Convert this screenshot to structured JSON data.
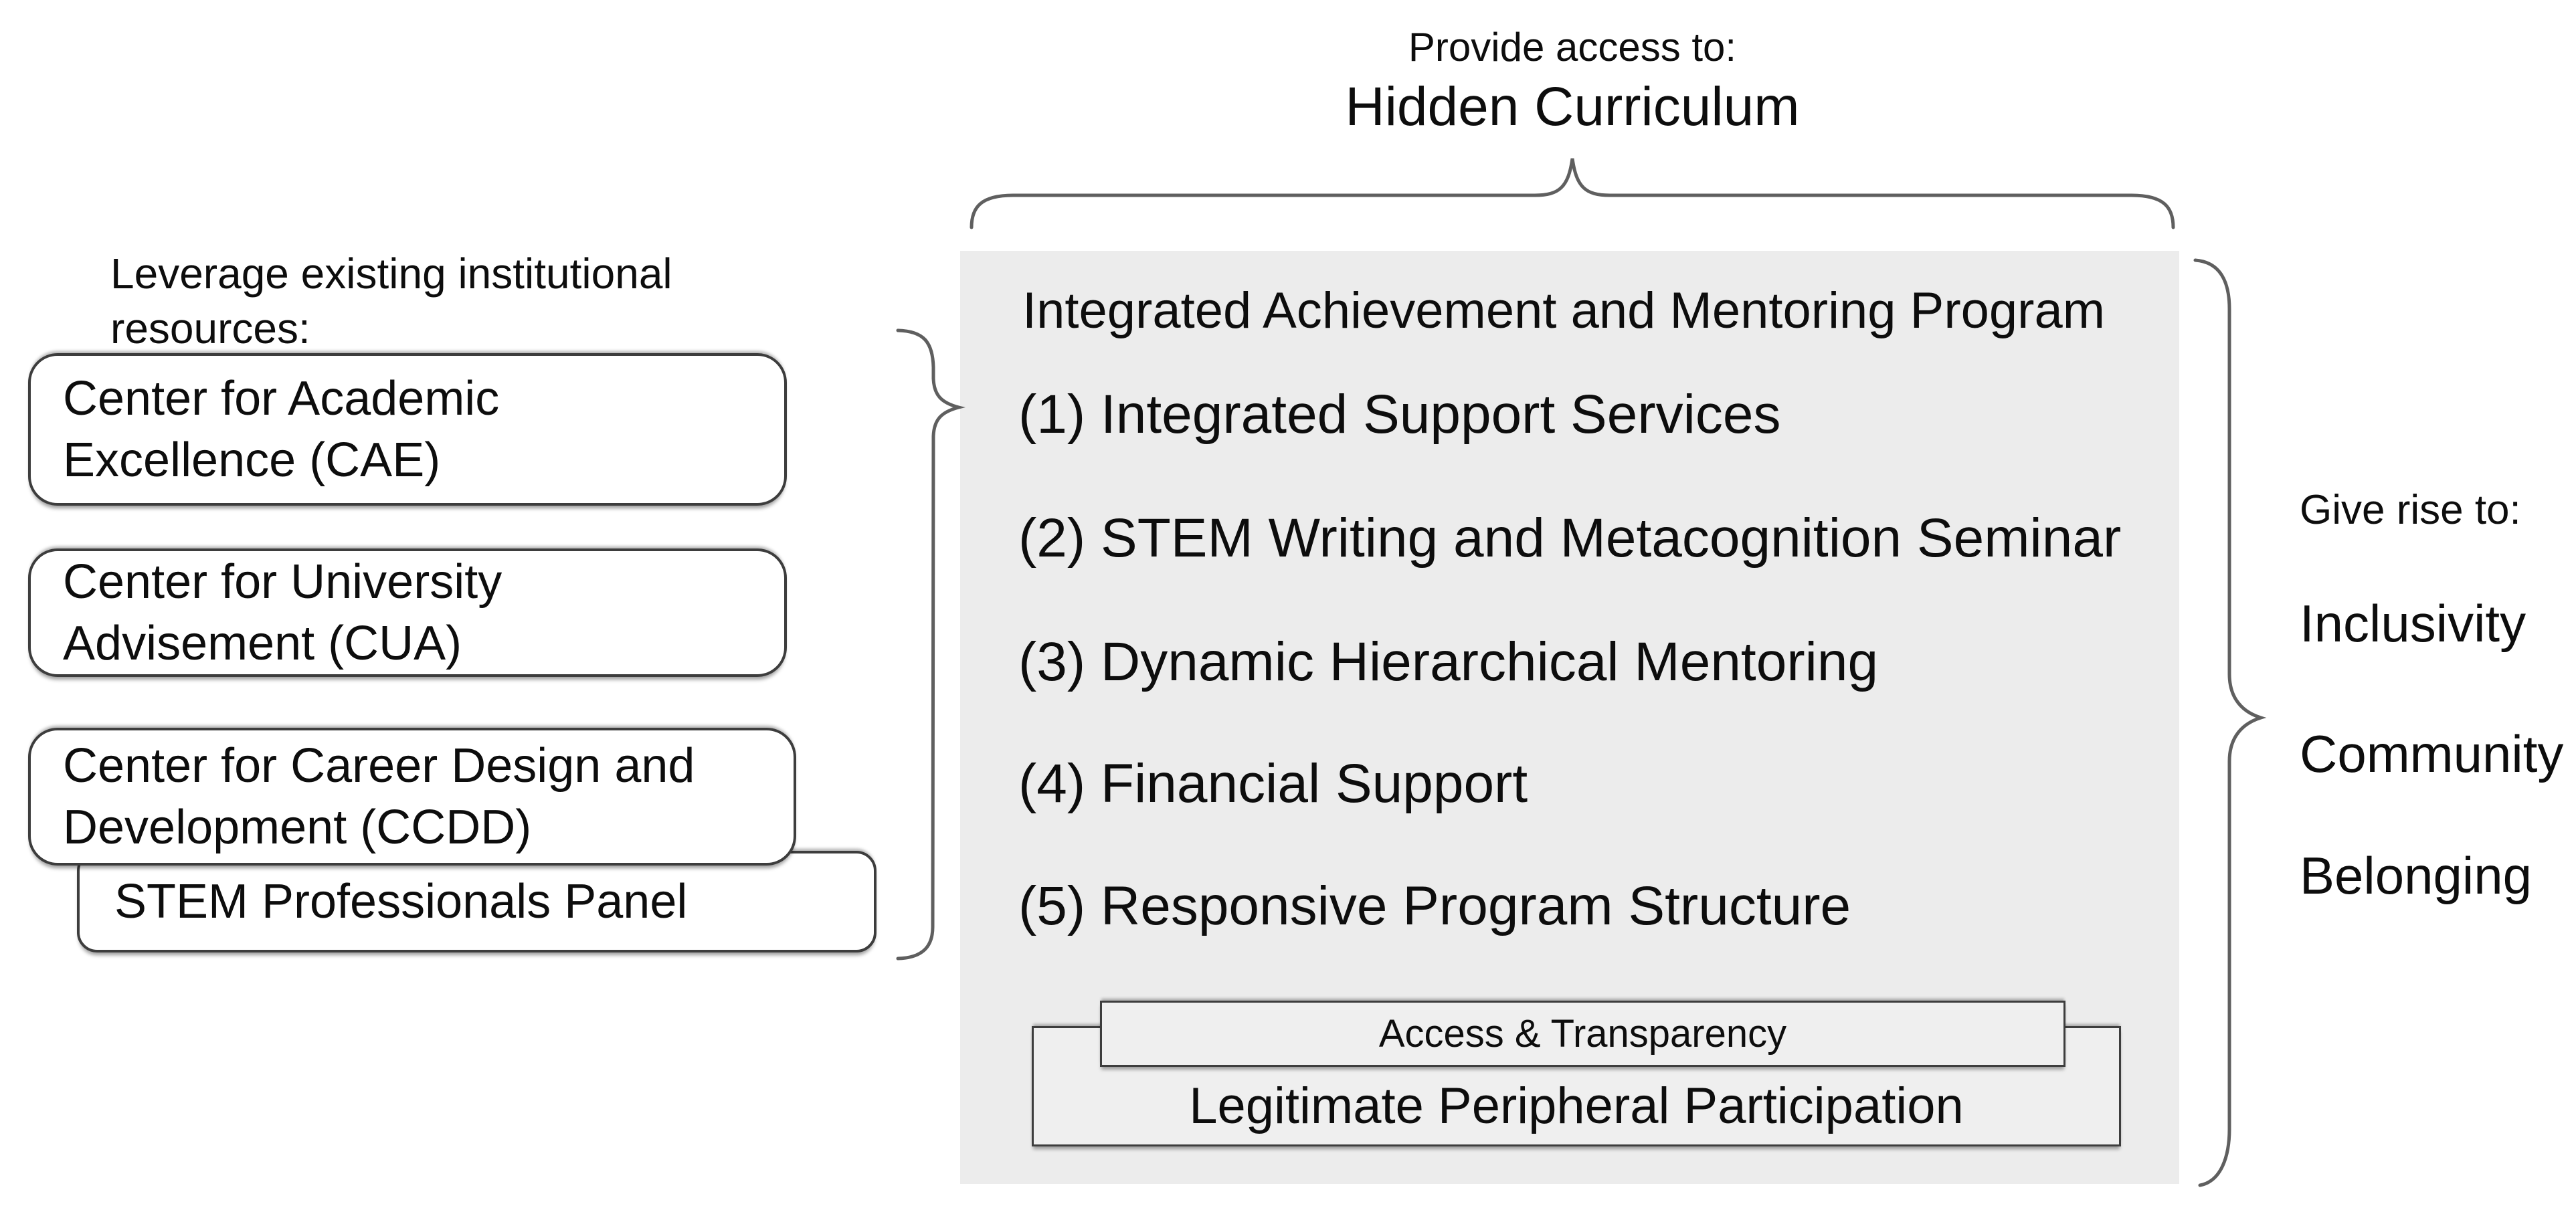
{
  "colors": {
    "background": "#ffffff",
    "panel_fill": "#ececec",
    "inner_box_fill": "#efefef",
    "box_border": "#3d3d3d",
    "brace": "#5f5f5f",
    "text": "#0d0d0d"
  },
  "top_annotation": {
    "line1": "Provide access to:",
    "line2": "Hidden Curriculum"
  },
  "left_annotation": {
    "line1": "Leverage existing institutional",
    "line2": "resources:"
  },
  "resource_boxes": {
    "cae": {
      "line1": "Center for Academic",
      "line2": "Excellence (CAE)"
    },
    "cua": {
      "line1": "Center for University",
      "line2": "Advisement (CUA)"
    },
    "ccdd": {
      "line1": "Center for Career Design and",
      "line2": "Development (CCDD)"
    },
    "stem": {
      "line1": "STEM Professionals Panel"
    }
  },
  "program_panel": {
    "title": "Integrated Achievement and Mentoring Program",
    "items": [
      "(1) Integrated Support Services",
      "(2) STEM Writing and Metacognition Seminar",
      "(3) Dynamic Hierarchical Mentoring",
      "(4) Financial Support",
      "(5) Responsive Program Structure"
    ],
    "foundation": {
      "access_transparency": "Access & Transparency",
      "legitimate_peripheral_participation": "Legitimate Peripheral Participation"
    }
  },
  "right_annotation": {
    "label": "Give rise to:",
    "outcomes": [
      "Inclusivity",
      "Community",
      "Belonging"
    ]
  }
}
